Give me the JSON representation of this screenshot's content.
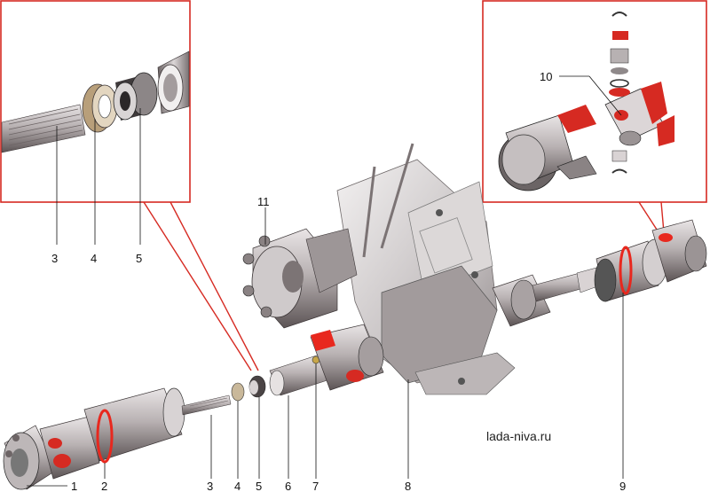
{
  "watermark": "lada-niva.ru",
  "colors": {
    "highlight": "#e8281e",
    "frame": "#d62a22",
    "metal_dark": "#5a5253",
    "metal_light": "#c9c3c4"
  },
  "callouts": {
    "inset_left": [
      "3",
      "4",
      "5"
    ],
    "bottom": [
      "1",
      "2",
      "3",
      "4",
      "5",
      "6",
      "7",
      "8",
      "9"
    ],
    "transfer_case": "11",
    "inset_right": "10"
  }
}
